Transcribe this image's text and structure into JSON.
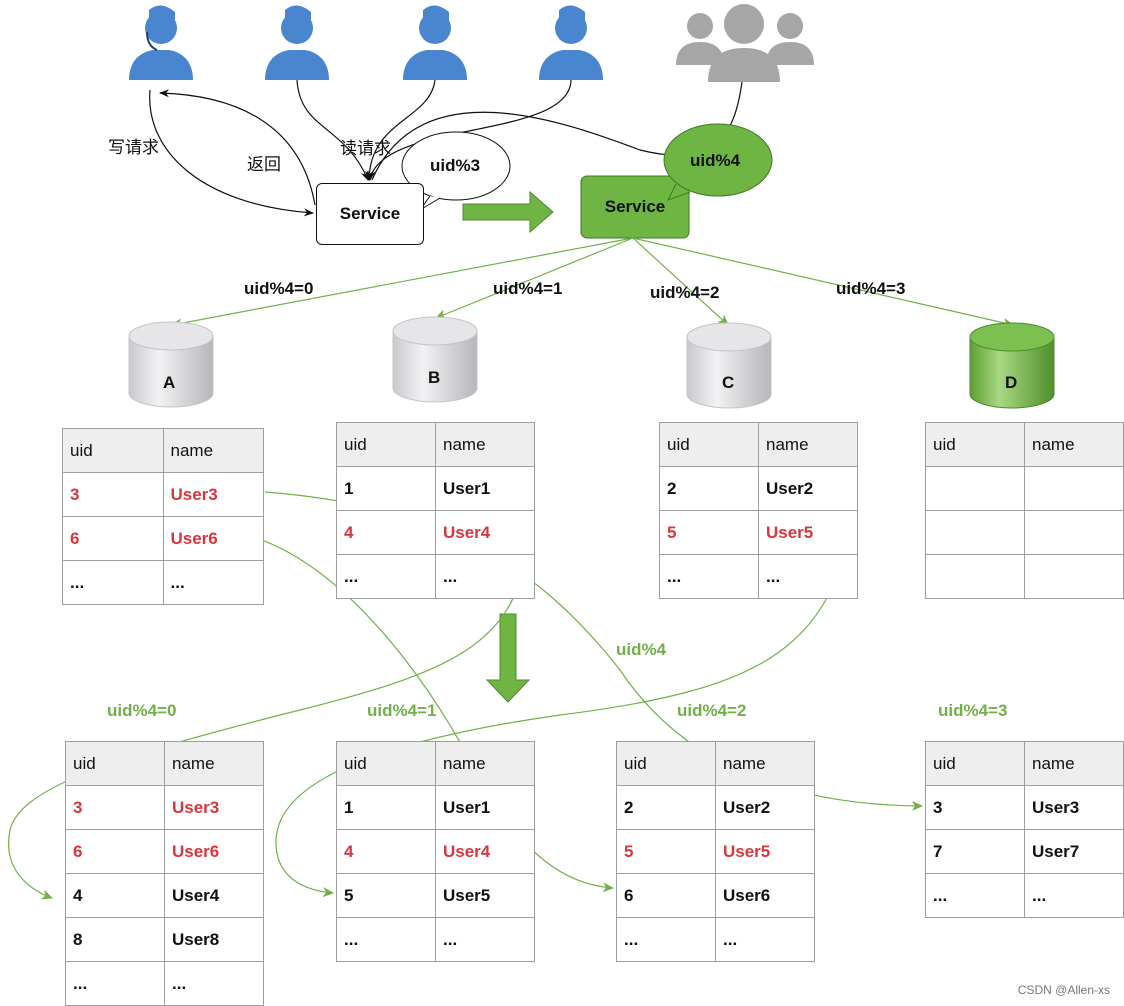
{
  "requests": {
    "write": "写请求",
    "return": "返回",
    "read": "读请求"
  },
  "service_old": {
    "label": "Service",
    "bubble": "uid%3"
  },
  "service_new": {
    "label": "Service",
    "bubble": "uid%4"
  },
  "routes": [
    "uid%4=0",
    "uid%4=1",
    "uid%4=2",
    "uid%4=3"
  ],
  "databases": [
    "A",
    "B",
    "C",
    "D"
  ],
  "migration_label": "uid%4",
  "columns": [
    "uid",
    "name"
  ],
  "old_tables": [
    {
      "db": "A",
      "rows": [
        {
          "uid": "3",
          "name": "User3",
          "moved": true
        },
        {
          "uid": "6",
          "name": "User6",
          "moved": true
        },
        {
          "uid": "...",
          "name": "..."
        }
      ]
    },
    {
      "db": "B",
      "rows": [
        {
          "uid": "1",
          "name": "User1"
        },
        {
          "uid": "4",
          "name": "User4",
          "moved": true
        },
        {
          "uid": "...",
          "name": "..."
        }
      ]
    },
    {
      "db": "C",
      "rows": [
        {
          "uid": "2",
          "name": "User2"
        },
        {
          "uid": "5",
          "name": "User5",
          "moved": true
        },
        {
          "uid": "...",
          "name": "..."
        }
      ]
    },
    {
      "db": "D",
      "rows": [
        {
          "uid": "",
          "name": ""
        },
        {
          "uid": "",
          "name": ""
        },
        {
          "uid": "",
          "name": ""
        }
      ]
    }
  ],
  "new_tables": [
    {
      "label": "uid%4=0",
      "rows": [
        {
          "uid": "3",
          "name": "User3",
          "moved": true
        },
        {
          "uid": "6",
          "name": "User6",
          "moved": true
        },
        {
          "uid": "4",
          "name": "User4"
        },
        {
          "uid": "8",
          "name": "User8"
        },
        {
          "uid": "...",
          "name": "..."
        }
      ]
    },
    {
      "label": "uid%4=1",
      "rows": [
        {
          "uid": "1",
          "name": "User1"
        },
        {
          "uid": "4",
          "name": "User4",
          "moved": true
        },
        {
          "uid": "5",
          "name": "User5"
        },
        {
          "uid": "...",
          "name": "..."
        }
      ]
    },
    {
      "label": "uid%4=2",
      "rows": [
        {
          "uid": "2",
          "name": "User2"
        },
        {
          "uid": "5",
          "name": "User5",
          "moved": true
        },
        {
          "uid": "6",
          "name": "User6"
        },
        {
          "uid": "...",
          "name": "..."
        }
      ]
    },
    {
      "label": "uid%4=3",
      "rows": [
        {
          "uid": "3",
          "name": "User3"
        },
        {
          "uid": "7",
          "name": "User7"
        },
        {
          "uid": "...",
          "name": "..."
        }
      ]
    }
  ],
  "watermark": "CSDN @Allen-xs",
  "colors": {
    "user_blue": "#4a86d0",
    "group_gray": "#a6a6a6",
    "green": "#6fb544",
    "green_dark": "#4f8a2c",
    "red": "#d9363e",
    "arrow_green": "#72b14a"
  },
  "icons": [
    "user-icon",
    "user-group-icon",
    "database-icon",
    "big-arrow-right-icon",
    "big-arrow-down-icon"
  ]
}
